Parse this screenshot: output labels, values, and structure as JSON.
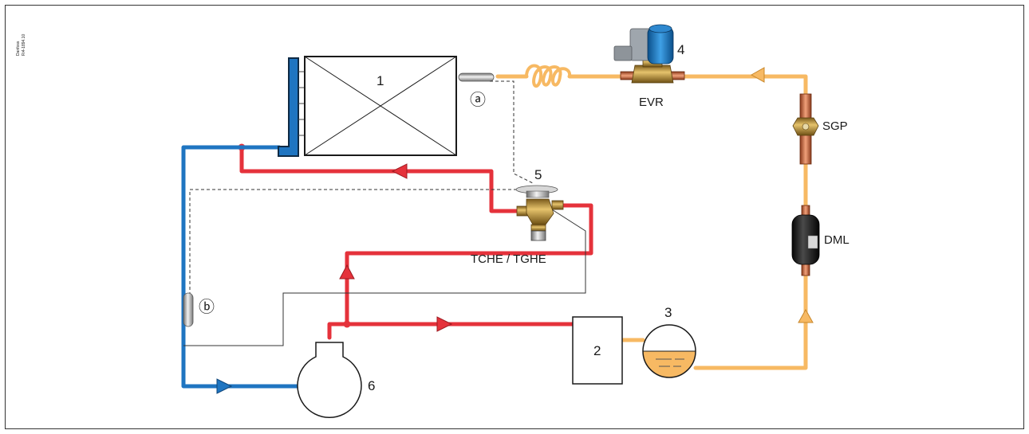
{
  "diagram": {
    "vertical_note": [
      "Danfoss",
      "Ri4-1894.10"
    ],
    "component_numbers": {
      "evaporator": "1",
      "condenser": "2",
      "receiver": "3",
      "solenoid_valve": "4",
      "expansion_valve": "5",
      "compressor": "6"
    },
    "component_labels": {
      "solenoid_valve": "EVR",
      "sight_glass": "SGP",
      "filter_drier": "DML",
      "expansion_valve": "TCHE / TGHE"
    },
    "sensor_markers": {
      "a": "ⓐ",
      "b": "ⓑ"
    },
    "colors": {
      "liquid_line": "#f7b963",
      "hot_gas_line": "#e5323b",
      "suction_line": "#1f75c1",
      "border": "#333333"
    }
  }
}
